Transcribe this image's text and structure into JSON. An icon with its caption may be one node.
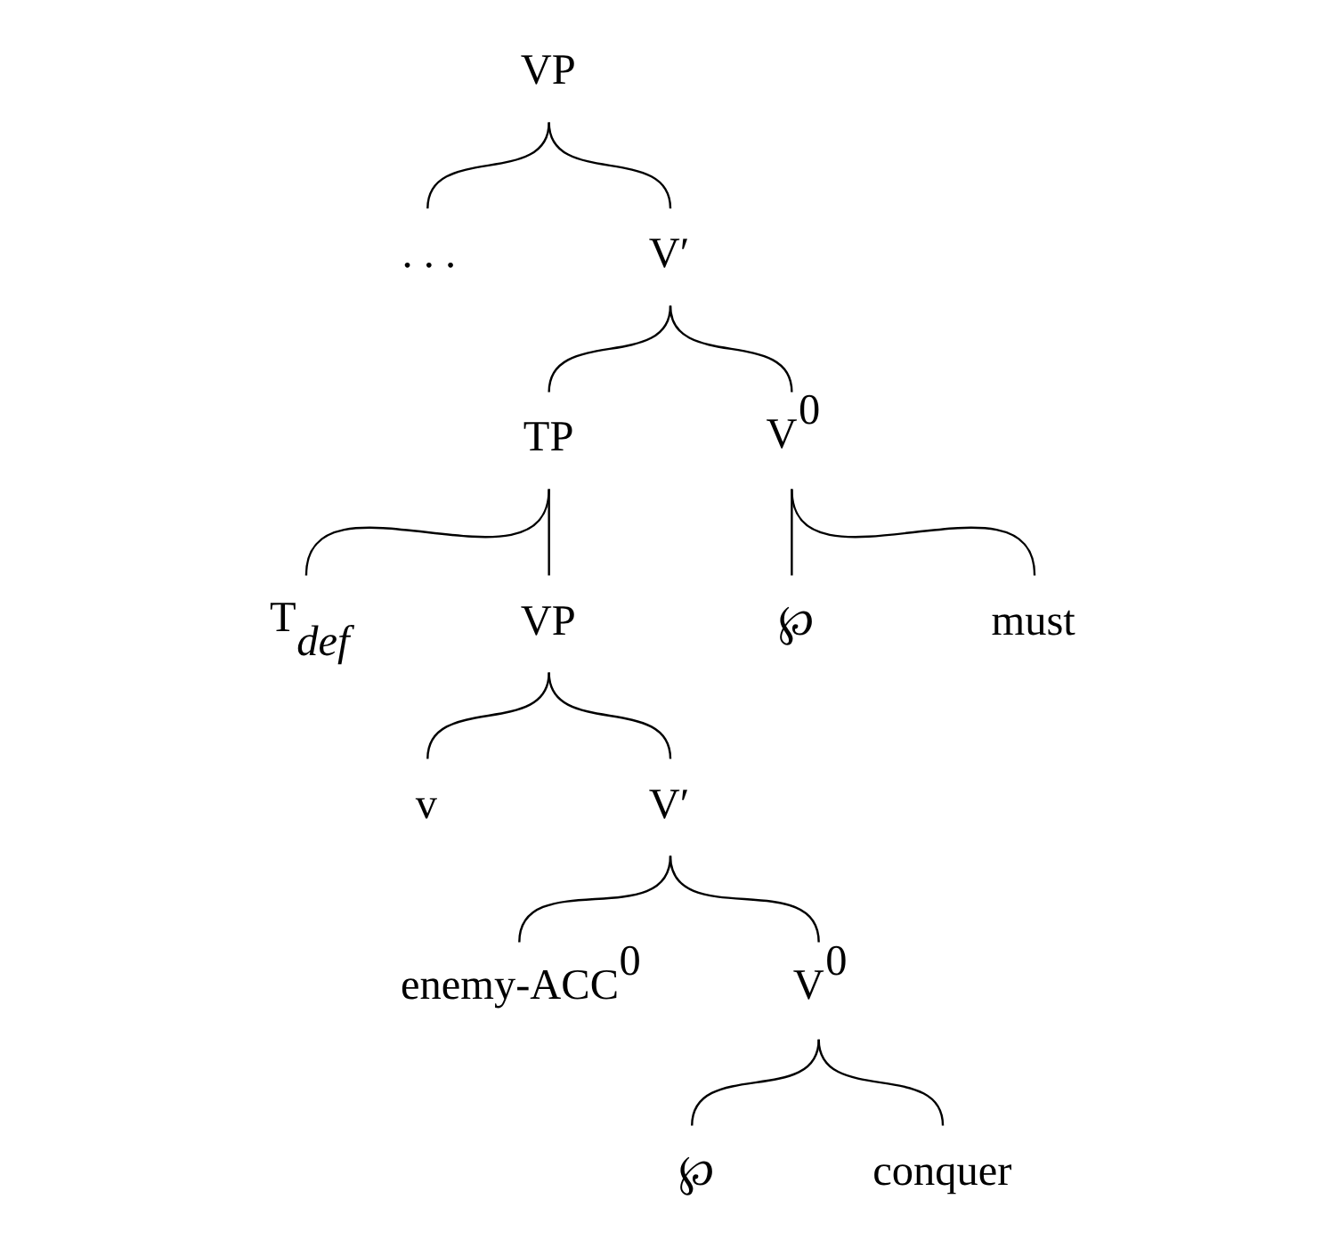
{
  "diagram": {
    "nodes": [
      {
        "text": [
          "VP"
        ]
      },
      {
        "text": [
          ". . ."
        ]
      },
      {
        "text": [
          "V′"
        ]
      },
      {
        "text": [
          "TP"
        ]
      },
      {
        "text": [
          "V$^{0}$"
        ]
      },
      {
        "text": [
          "T$_{def}$"
        ]
      },
      {
        "text": [
          "VP"
        ]
      },
      {
        "text": [
          "℘"
        ]
      },
      {
        "text": [
          "must"
        ]
      },
      {
        "text": [
          "v"
        ]
      },
      {
        "text": [
          "V′"
        ]
      },
      {
        "text": [
          "enemy-ACC$^{0}$"
        ]
      },
      {
        "text": [
          "V$^{0}$"
        ]
      },
      {
        "text": [
          "℘"
        ]
      },
      {
        "text": [
          "conquer"
        ]
      }
    ],
    "edges": [
      {
        "from": 0,
        "to": 1,
        "arrow": "none"
      },
      {
        "from": 0,
        "to": 2,
        "arrow": "none"
      },
      {
        "from": 2,
        "to": 3,
        "arrow": "none"
      },
      {
        "from": 2,
        "to": 4,
        "arrow": "none"
      },
      {
        "from": 3,
        "to": 5,
        "arrow": "none"
      },
      {
        "from": 3,
        "to": 6,
        "arrow": "none"
      },
      {
        "from": 4,
        "to": 7,
        "arrow": "none"
      },
      {
        "from": 4,
        "to": 8,
        "arrow": "none"
      },
      {
        "from": 6,
        "to": 9,
        "arrow": "none"
      },
      {
        "from": 6,
        "to": 10,
        "arrow": "none"
      },
      {
        "from": 10,
        "to": 11,
        "arrow": "none"
      },
      {
        "from": 10,
        "to": 12,
        "arrow": "none"
      },
      {
        "from": 12,
        "to": 13,
        "arrow": "none"
      },
      {
        "from": 12,
        "to": 14,
        "arrow": "none"
      }
    ]
  }
}
